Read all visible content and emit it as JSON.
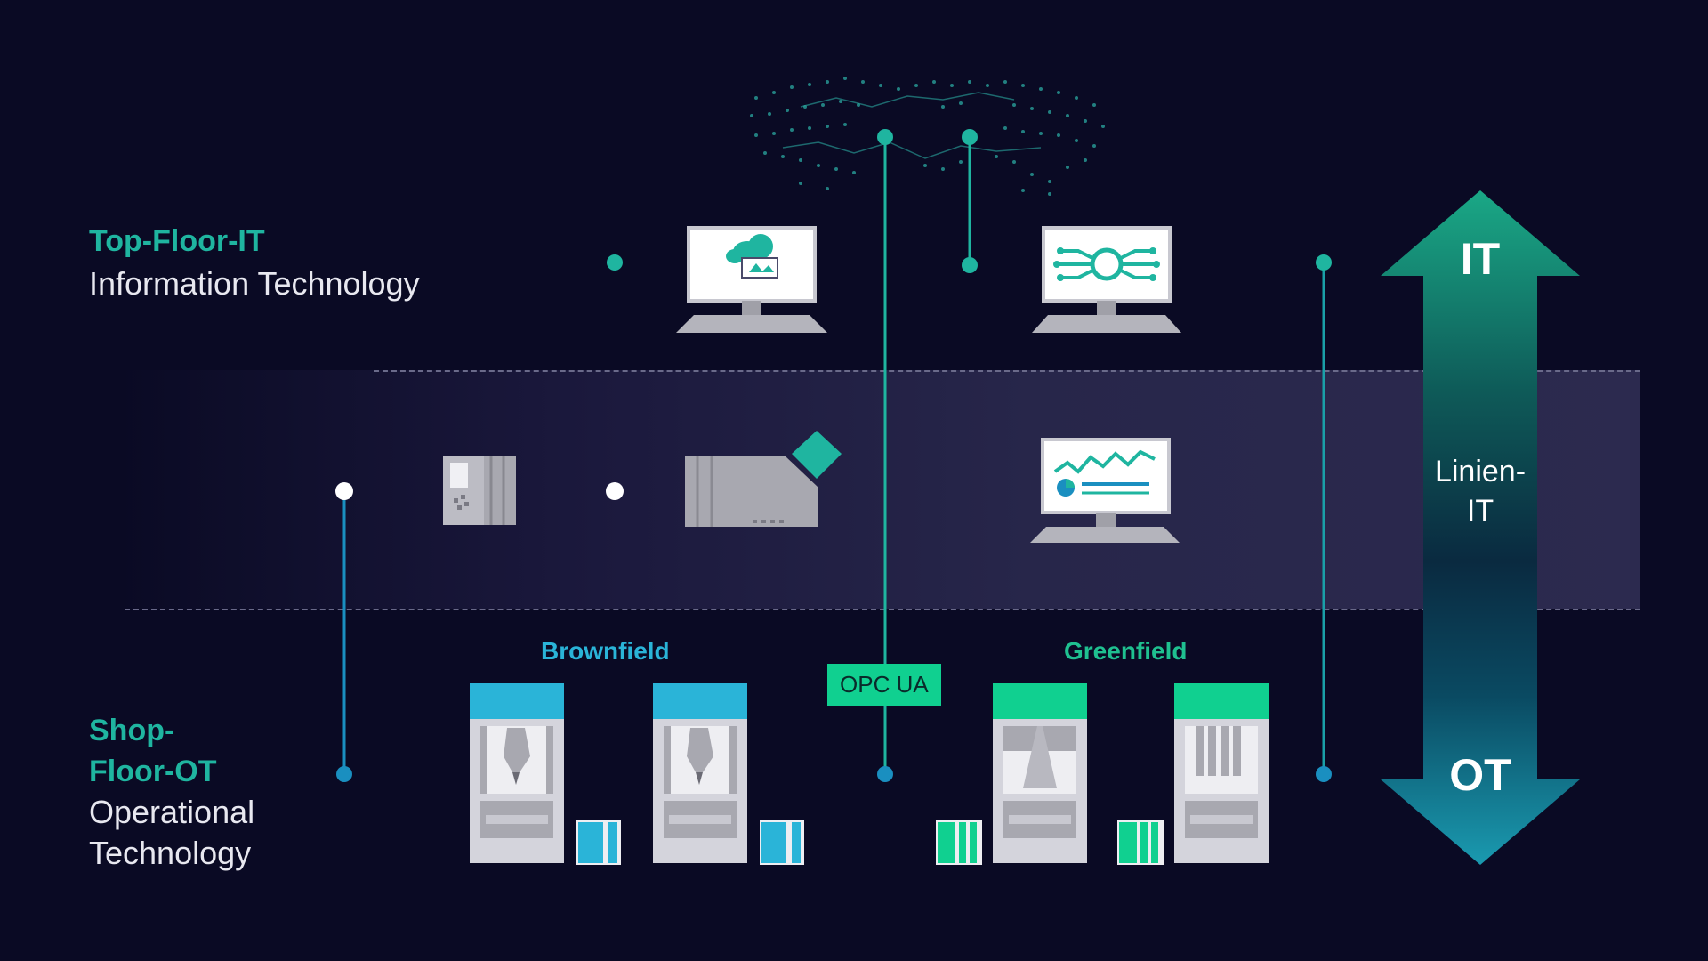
{
  "top_floor": {
    "title": "Top-Floor-IT",
    "subtitle": "Information Technology"
  },
  "shop_floor": {
    "title_line1": "Shop-",
    "title_line2": "Floor-OT",
    "subtitle_line1": "Operational",
    "subtitle_line2": "Technology"
  },
  "arrow": {
    "top": "IT",
    "bottom": "OT",
    "middle_line1": "Linien-",
    "middle_line2": "IT"
  },
  "sections": {
    "brownfield": "Brownfield",
    "greenfield": "Greenfield"
  },
  "protocol_badge": "OPC UA",
  "colors": {
    "background": "#0a0a24",
    "teal_accent": "#1fb5a0",
    "blue_accent": "#1ab8e0",
    "green_accent": "#10d090",
    "band": "#27264a"
  },
  "icons": {
    "cloud_monitor": "cloud-monitor-icon",
    "network_hub_monitor": "network-hub-monitor-icon",
    "chart_monitor": "chart-monitor-icon",
    "plc_controller": "plc-controller-icon",
    "edge_device": "edge-device-icon",
    "machine": "machine-icon",
    "controller": "controller-icon"
  }
}
